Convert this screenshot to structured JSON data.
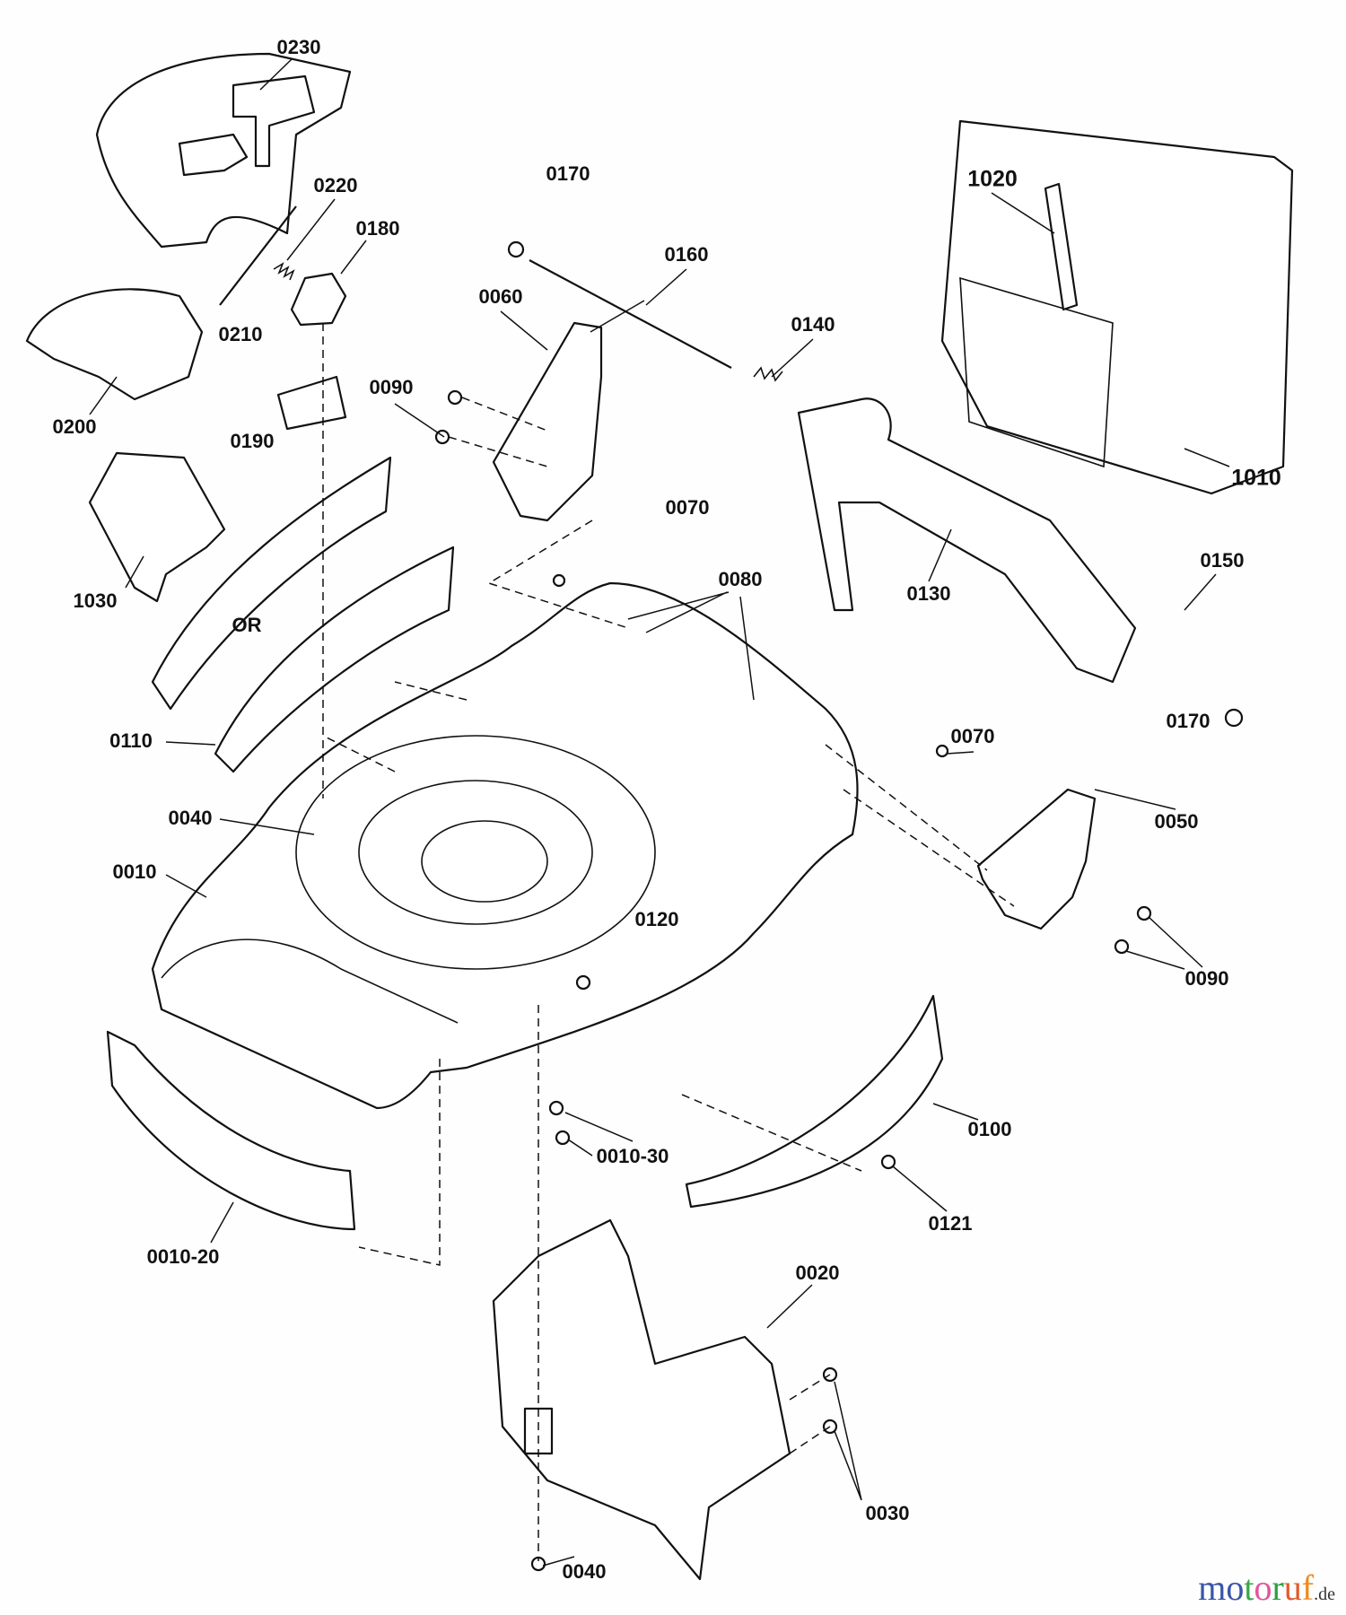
{
  "diagram": {
    "labels": [
      "0230",
      "0220",
      "0180",
      "0210",
      "0200",
      "0190",
      "1030",
      "OR",
      "0110",
      "0040",
      "0010",
      "0170",
      "0160",
      "0060",
      "0090",
      "0140",
      "1020",
      "1010",
      "0070",
      "0080",
      "0130",
      "0150",
      "0170",
      "0070",
      "0050",
      "0090",
      "0120",
      "0100",
      "0010-30",
      "0121",
      "0010-20",
      "0020",
      "0030",
      "0040"
    ]
  },
  "watermark": {
    "text": "motoruf",
    "suffix": ".de",
    "letter_colors": [
      "#3b55a8",
      "#3b55a8",
      "#3aa64a",
      "#e0559e",
      "#2e9f46",
      "#e25b2a",
      "#f08a1c",
      "#f2b516"
    ]
  }
}
